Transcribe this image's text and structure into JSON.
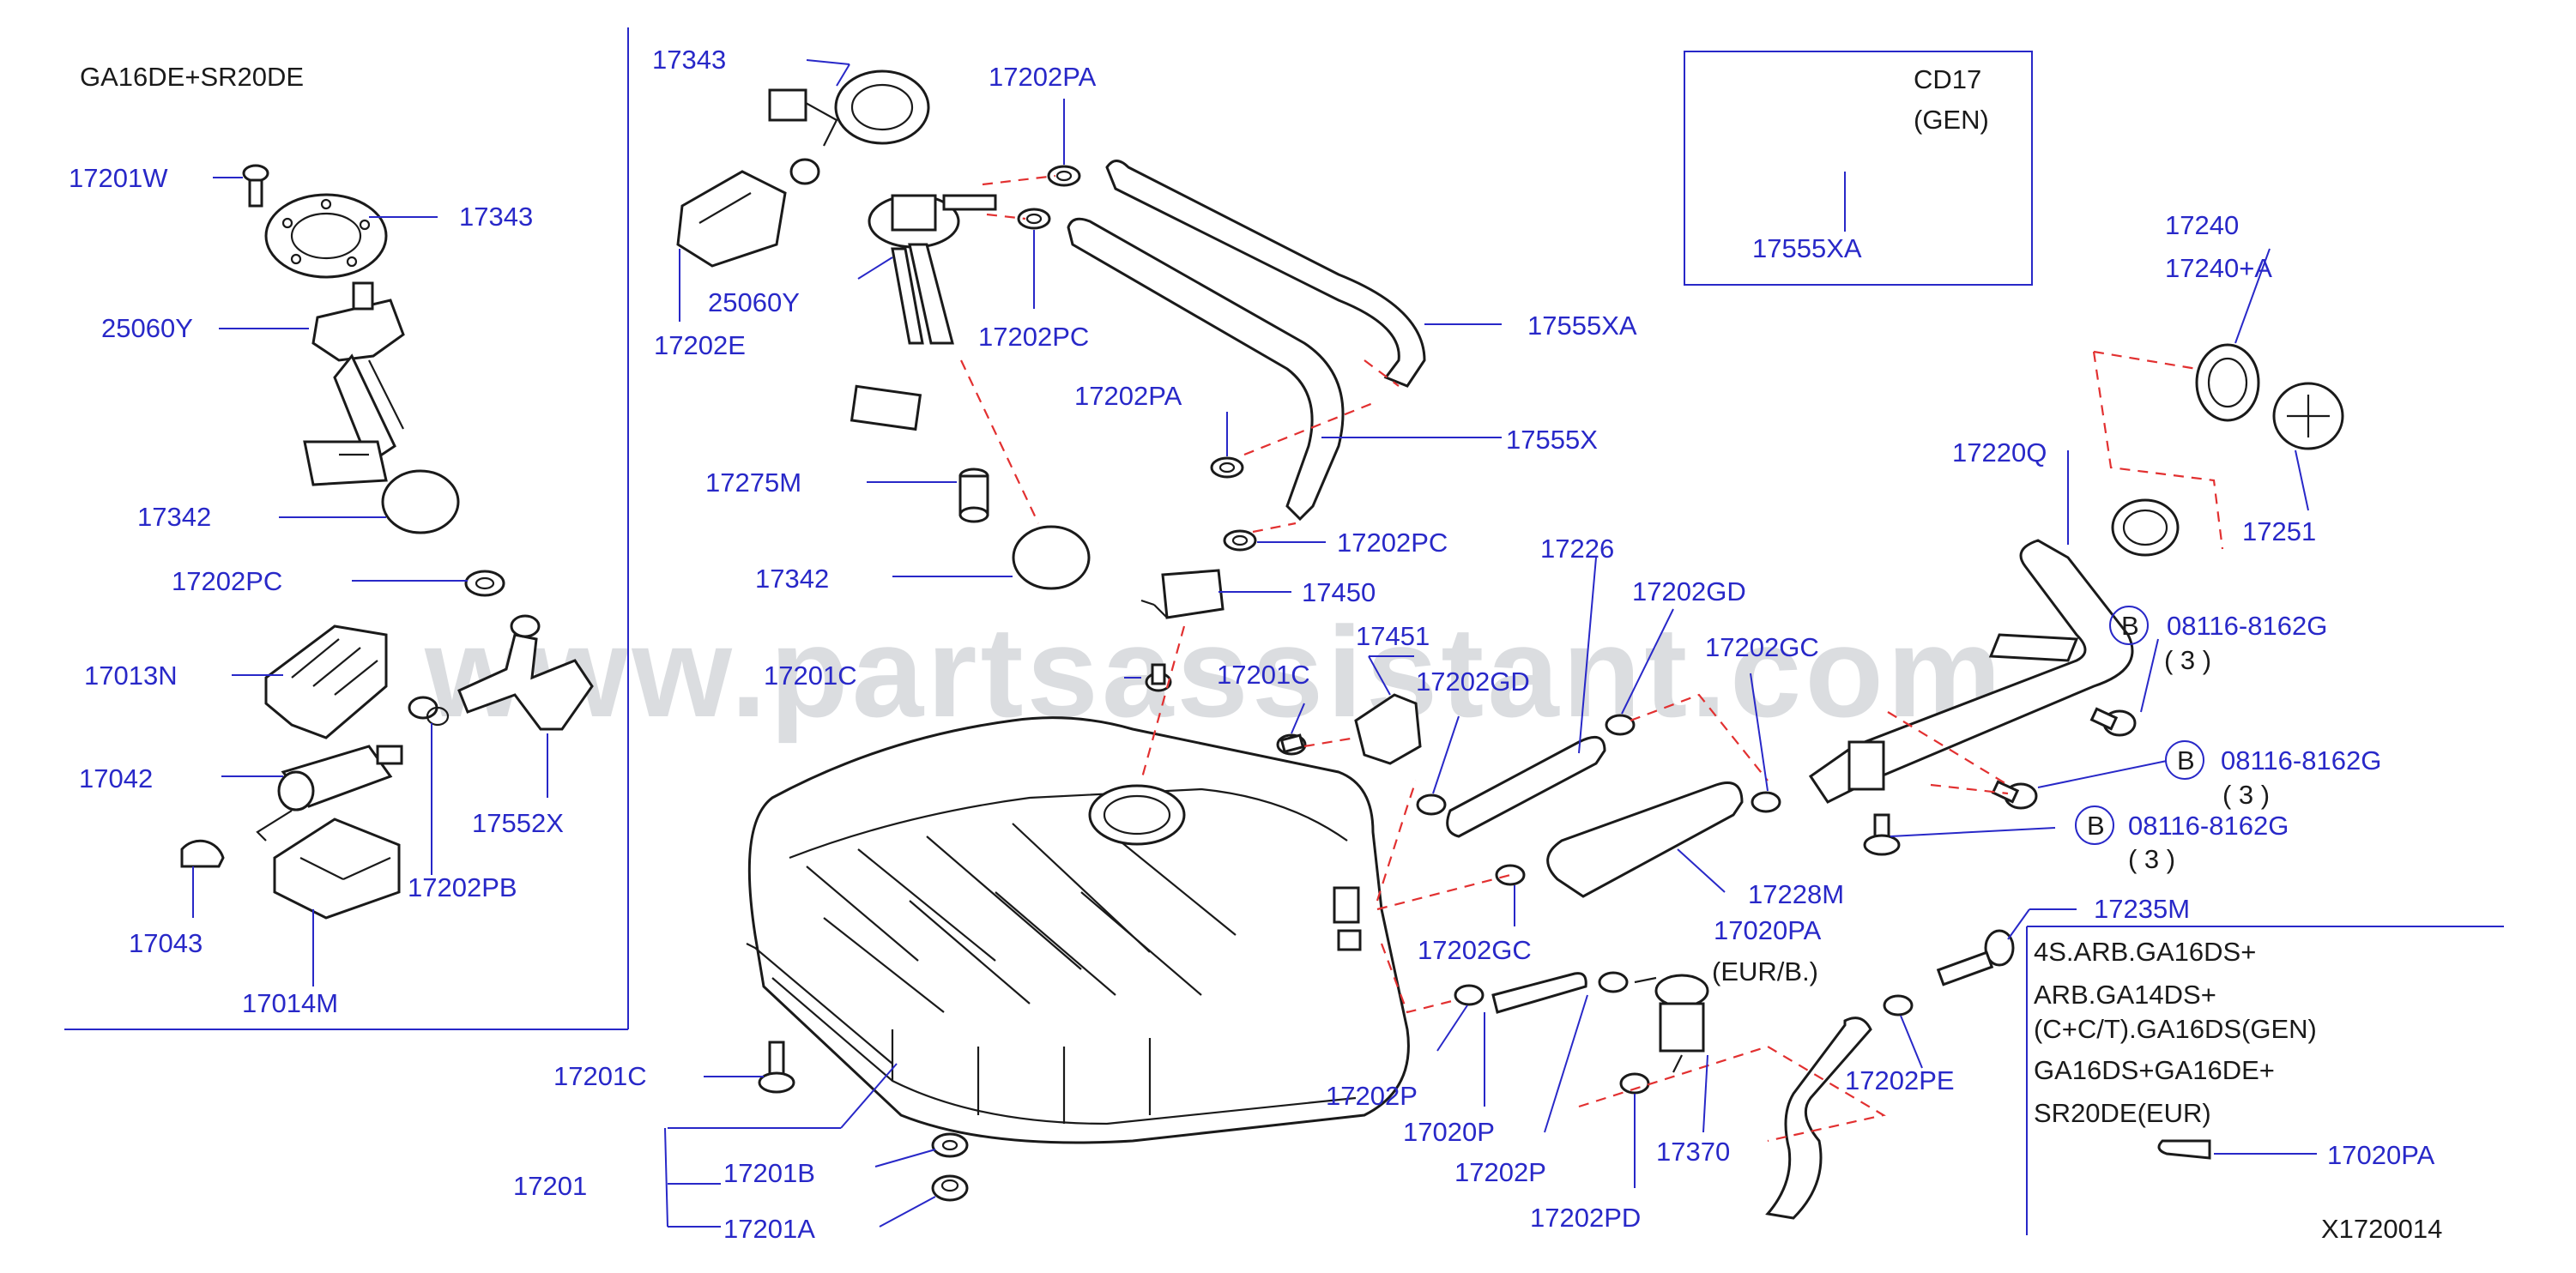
{
  "colors": {
    "label": "#2828c8",
    "drawing": "#1a1a1a",
    "dashed": "#e23030",
    "frame": "#2828c8",
    "watermark": "#bfc3c8"
  },
  "watermark": "www.partsassistant.com",
  "diagram_id": "X1720014",
  "inset_title": "GA16DE+SR20DE",
  "box_note": {
    "line1": "CD17",
    "line2": "(GEN)"
  },
  "eur_note": "(EUR/B.)",
  "variant_note": [
    "4S.ARB.GA16DS+",
    "ARB.GA14DS+",
    "(C+C/T).GA16DS(GEN)",
    "GA16DS+GA16DE+",
    "SR20DE(EUR)"
  ],
  "bolt_marker": "B",
  "bolt_qty": "( 3 )",
  "labels": {
    "l17201W": "17201W",
    "l17343a": "17343",
    "l25060Ya": "25060Y",
    "l17342a": "17342",
    "l17202PCa": "17202PC",
    "l17013N": "17013N",
    "l17042": "17042",
    "l17043": "17043",
    "l17014M": "17014M",
    "l17202PB": "17202PB",
    "l17552X": "17552X",
    "l17343b": "17343",
    "l17202E": "17202E",
    "l25060Yb": "25060Y",
    "l17202PAa": "17202PA",
    "l17202PCb": "17202PC",
    "l17555XAa": "17555XA",
    "l17202PAb": "17202PA",
    "l17555X": "17555X",
    "l17275M": "17275M",
    "l17202PCc": "17202PC",
    "l17342b": "17342",
    "l17450": "17450",
    "l17451": "17451",
    "l17201Ca": "17201C",
    "l17201Cb": "17201C",
    "l17202GDa": "17202GD",
    "l17226": "17226",
    "l17202GDb": "17202GD",
    "l17202GCa": "17202GC",
    "l17228M": "17228M",
    "l17202GCb": "17202GC",
    "l17020PAa": "17020PA",
    "l17202P_a": "17202P",
    "l17020P": "17020P",
    "l17202P_b": "17202P",
    "l17370": "17370",
    "l17202PD": "17202PD",
    "l17202PE": "17202PE",
    "l17235M": "17235M",
    "l17020PAb": "17020PA",
    "l17201Cc": "17201C",
    "l17201": "17201",
    "l17201B": "17201B",
    "l17201A": "17201A",
    "l17555XAb": "17555XA",
    "l17240": "17240",
    "l17240A": "17240+A",
    "l17251": "17251",
    "l17220Q": "17220Q",
    "l08116a": "08116-8162G",
    "l08116b": "08116-8162G",
    "l08116c": "08116-8162G"
  }
}
